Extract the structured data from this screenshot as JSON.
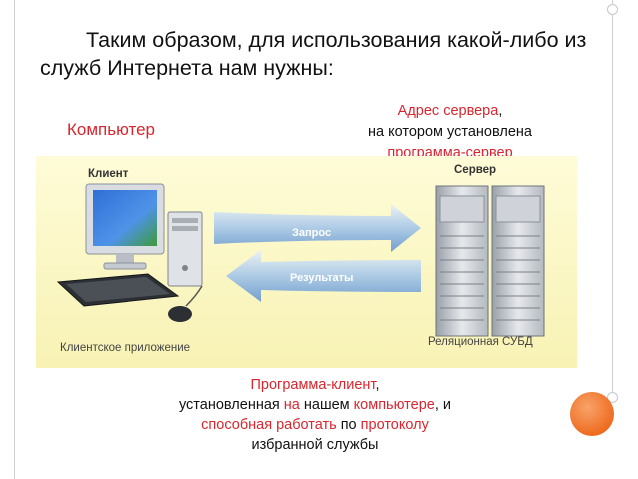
{
  "title": "Таким образом, для использования какой-либо из служб Интернета нам нужны:",
  "computer_label": "Компьютер",
  "server_note": {
    "line1_red": "Адрес сервера",
    "line1_tail": ",",
    "line2": "на котором установлена",
    "line3_red": "программа-сервер"
  },
  "diagram": {
    "client_label": "Клиент",
    "server_label": "Сервер",
    "request_label": "Запрос",
    "results_label": "Результаты",
    "client_app_label": "Клиентское приложение",
    "dbms_label": "Реляционная СУБД"
  },
  "client_note": {
    "line1_red": "Программа-клиент",
    "line1_tail": ",",
    "line2_a": "установленная ",
    "line2_red1": "на",
    "line2_b": " нашем ",
    "line2_red2": "компьютере",
    "line2_c": ", и",
    "line3_red1": "способная работать",
    "line3_b": " по ",
    "line3_red2": "протоколу",
    "line4": "избранной службы"
  },
  "colors": {
    "accent_red": "#d9262e",
    "orange": "#ee6d21",
    "panel_bg": "#f8f2b4",
    "arrow_blue": "#5b8fd0"
  }
}
